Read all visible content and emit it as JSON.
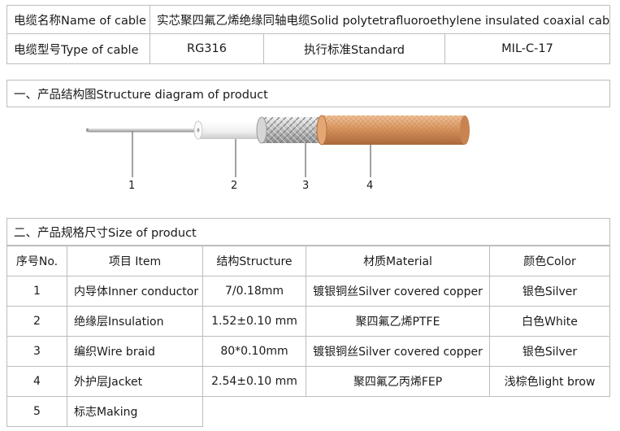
{
  "header": {
    "name_label": "电缆名称Name of cable",
    "name_value": "实芯聚四氟乙烯绝缘同轴电缆Solid polytetrafluoroethylene insulated coaxial cables",
    "type_label": "电缆型号Type of cable",
    "type_value": "RG316",
    "standard_label": "执行标准Standard",
    "standard_value": "MIL-C-17"
  },
  "structure": {
    "title": "一、产品结构图Structure diagram of product",
    "callouts": [
      "1",
      "2",
      "3",
      "4"
    ],
    "colors": {
      "conductor": "#bfbfbf",
      "insulation": "#f4f4f4",
      "braid": "#c8c8c8",
      "jacket": "#d9955e"
    }
  },
  "size": {
    "title": "二、产品规格尺寸Size of product",
    "columns": [
      "序号No.",
      "项目 Item",
      "结构Structure",
      "材质Material",
      "颜色Color"
    ],
    "rows": [
      {
        "no": "1",
        "item": "内导体Inner conductor",
        "structure": "7/0.18mm",
        "material": "镀银铜丝Silver covered copper",
        "color": "银色Silver"
      },
      {
        "no": "2",
        "item": "绝缘层Insulation",
        "structure": "1.52±0.10 mm",
        "material": "聚四氟乙烯PTFE",
        "color": "白色White"
      },
      {
        "no": "3",
        "item": "编织Wire braid",
        "structure": "80*0.10mm",
        "material": "镀银铜丝Silver covered copper",
        "color": "银色Silver"
      },
      {
        "no": "4",
        "item": "外护层Jacket",
        "structure": "2.54±0.10 mm",
        "material": "聚四氟乙丙烯FEP",
        "color": "浅棕色light brow"
      },
      {
        "no": "5",
        "item": "标志Making"
      }
    ]
  }
}
